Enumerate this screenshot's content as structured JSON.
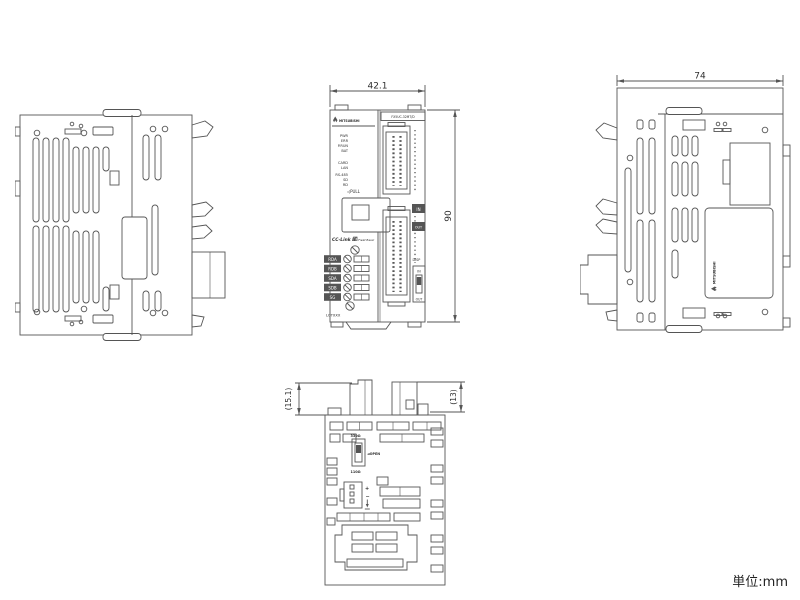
{
  "page": {
    "unit_note": "単位:mm"
  },
  "dims": {
    "front_width": "42.1",
    "front_height": "90",
    "depth": "74",
    "bottom_left": "(15.1)",
    "bottom_right": "(13)"
  },
  "front": {
    "brand": "MITSUBISHI",
    "model": "FX5UC-32MT/D",
    "leds": [
      "PWR",
      "ERR",
      "P.RUN",
      "BAT",
      "CARD",
      "LAN",
      "RS-485",
      "SD",
      "RD"
    ],
    "pull": "◁PULL",
    "logo_main": "CC-Link IE",
    "logo_sub": "Field Basic",
    "terminals": [
      "RDA",
      "RDB",
      "SDA",
      "SDB",
      "SG"
    ],
    "lot": "LOTXXX",
    "in_label": "IN",
    "out_label": "OUT",
    "disp": "DISP",
    "switch_in": "IN",
    "switch_out": "OUT"
  },
  "right_side": {
    "brand": "MITSUBISHI"
  },
  "bottom": {
    "term_top": "330Ω",
    "term_mid": "◄OPEN",
    "term_bottom": "110Ω",
    "power_plus": "+",
    "power_minus": "−"
  },
  "colors": {
    "line": "#555555",
    "text": "#2e2e2e"
  }
}
